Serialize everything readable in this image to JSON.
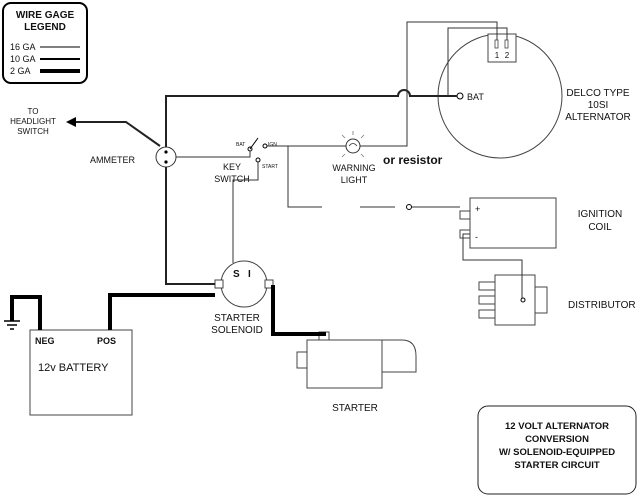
{
  "legend": {
    "title_line1": "WIRE GAGE",
    "title_line2": "LEGEND",
    "items": [
      {
        "label": "16 GA"
      },
      {
        "label": "10 GA"
      },
      {
        "label": "2 GA"
      }
    ]
  },
  "headlight": {
    "line1": "TO",
    "line2": "HEADLIGHT",
    "line3": "SWITCH"
  },
  "ammeter": {
    "label": "AMMETER"
  },
  "key_switch": {
    "line1": "KEY",
    "line2": "SWITCH",
    "bat": "BAT",
    "ign": "IGN",
    "start": "START"
  },
  "warning_light": {
    "line1": "WARNING",
    "line2": "LIGHT",
    "note": "or resistor"
  },
  "alternator": {
    "line1": "DELCO TYPE",
    "line2": "10SI",
    "line3": "ALTERNATOR",
    "terminal_bat": "BAT",
    "terminal_1": "1",
    "terminal_2": "2"
  },
  "ignition_coil": {
    "line1": "IGNITION",
    "line2": "COIL",
    "plus": "+",
    "minus": "-"
  },
  "distributor": {
    "label": "DISTRIBUTOR"
  },
  "solenoid": {
    "line1": "STARTER",
    "line2": "SOLENOID",
    "s": "S",
    "i": "I"
  },
  "battery": {
    "neg": "NEG",
    "pos": "POS",
    "label": "12v BATTERY"
  },
  "starter": {
    "label": "STARTER"
  },
  "title_box": {
    "line1": "12 VOLT ALTERNATOR",
    "line2": "CONVERSION",
    "line3": "W/ SOLENOID-EQUIPPED",
    "line4": "STARTER CIRCUIT"
  }
}
